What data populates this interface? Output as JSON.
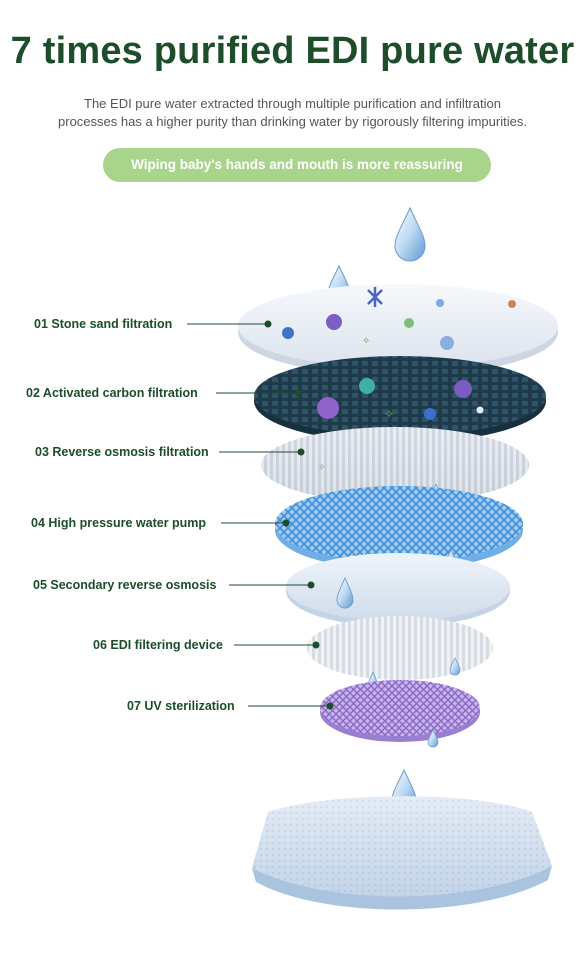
{
  "header": {
    "title": "7 times purified EDI pure water",
    "subtitle_line1": "The EDI pure water extracted through multiple purification and infiltration",
    "subtitle_line2": "processes has a higher purity than drinking water by rigorously filtering impurities.",
    "badge": "Wiping baby's hands and mouth is more reassuring"
  },
  "layers": [
    {
      "label": "01 Stone sand filtration",
      "icon": "stone-sand-disc-icon"
    },
    {
      "label": "02 Activated carbon filtration",
      "icon": "activated-carbon-disc-icon"
    },
    {
      "label": "03 Reverse osmosis filtration",
      "icon": "reverse-osmosis-disc-icon"
    },
    {
      "label": "04 High pressure water pump",
      "icon": "pressure-mesh-disc-icon"
    },
    {
      "label": "05 Secondary reverse osmosis",
      "icon": "secondary-osmosis-disc-icon"
    },
    {
      "label": "06 EDI filtering device",
      "icon": "edi-filter-disc-icon"
    },
    {
      "label": "07 UV sterilization",
      "icon": "uv-sterilization-disc-icon"
    }
  ],
  "colors": {
    "title_green": "#1d4d2b",
    "badge_green": "#a9d48c",
    "carbon_dark": "#1f3a4a",
    "uv_purple": "#a98fd6",
    "pressure_blue": "#5ea8e0"
  }
}
